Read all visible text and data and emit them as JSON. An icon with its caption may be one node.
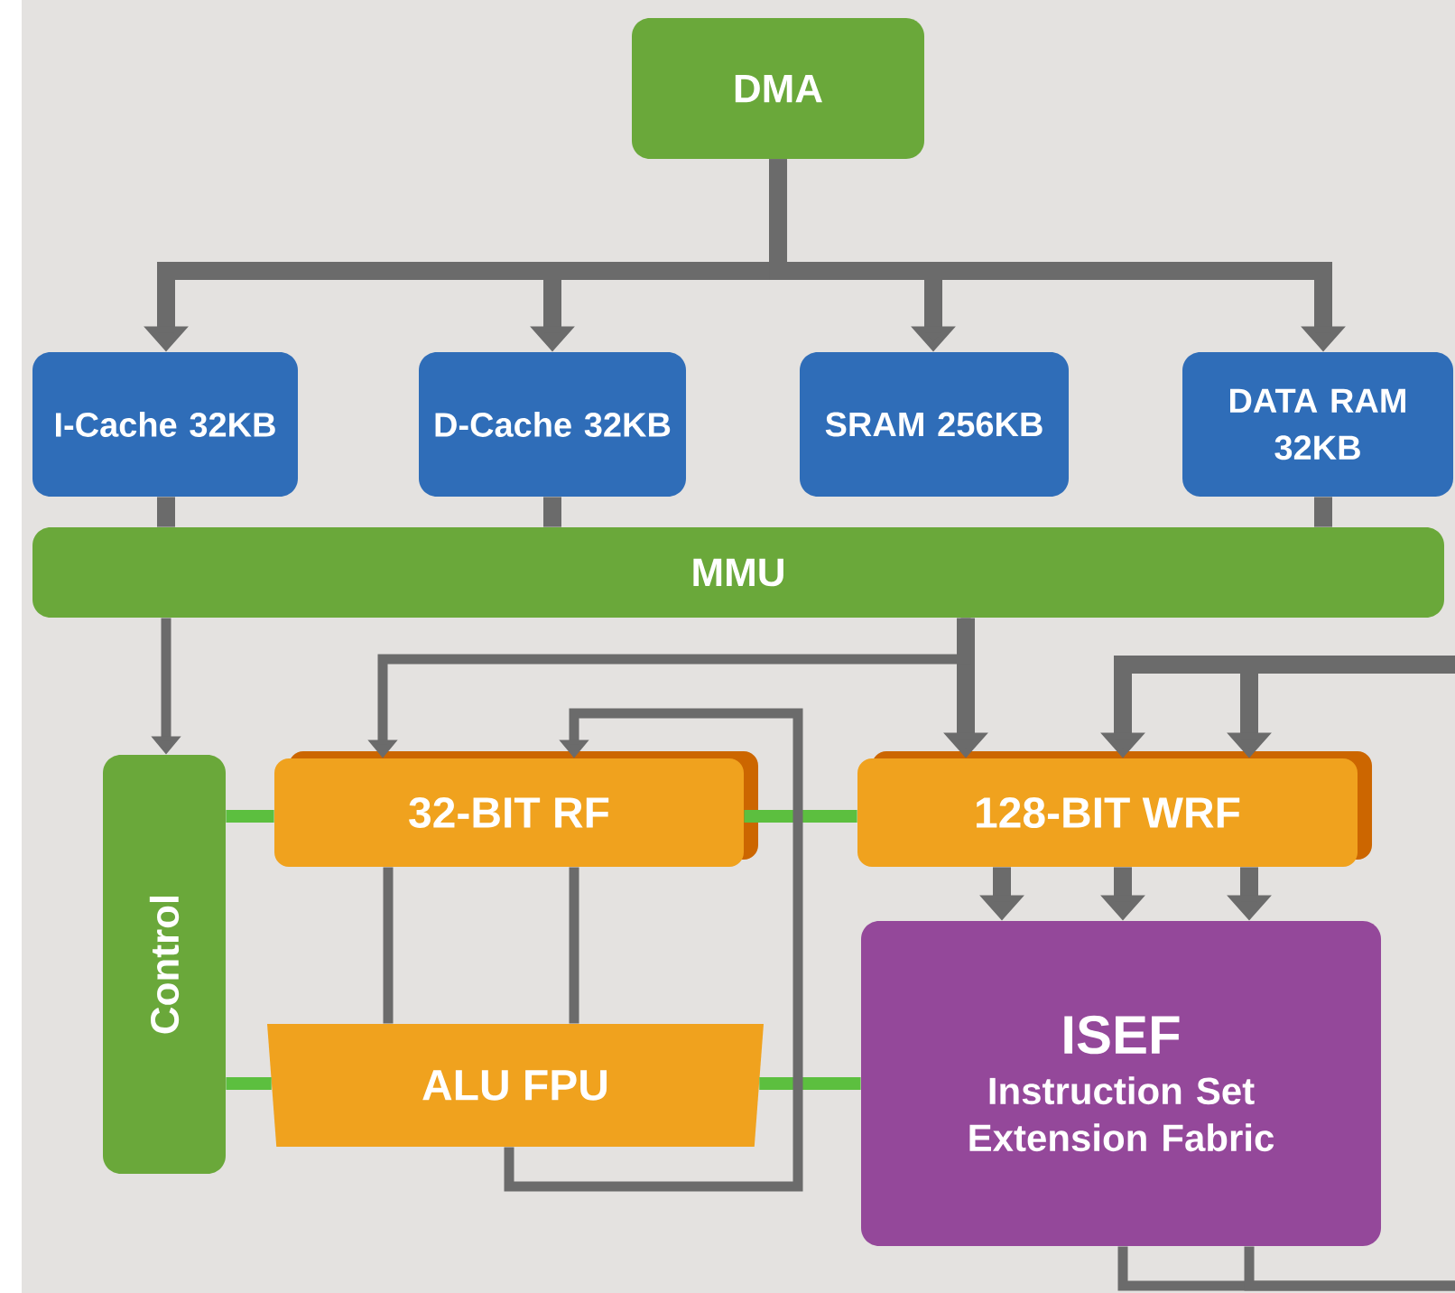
{
  "diagram": {
    "nodes": [
      {
        "text": [
          "DMA"
        ]
      },
      {
        "text": [
          "I-Cache 32KB"
        ]
      },
      {
        "text": [
          "D-Cache 32KB"
        ]
      },
      {
        "text": [
          "SRAM 256KB"
        ]
      },
      {
        "text": [
          "DATA RAM 32KB"
        ]
      },
      {
        "text": [
          "MMU"
        ]
      },
      {
        "text": [
          "Control"
        ]
      },
      {
        "text": [
          "32-BIT RF"
        ]
      },
      {
        "text": [
          "128-BIT WRF"
        ]
      },
      {
        "text": [
          "ALU FPU"
        ]
      },
      {
        "text": [
          "ISEF",
          "Instruction Set Extension Fabric"
        ]
      }
    ],
    "edges": [
      {
        "from": 0,
        "to": 1,
        "arrow": "to"
      },
      {
        "from": 0,
        "to": 2,
        "arrow": "to"
      },
      {
        "from": 0,
        "to": 3,
        "arrow": "to"
      },
      {
        "from": 0,
        "to": 4,
        "arrow": "to"
      },
      {
        "from": 1,
        "to": 5,
        "arrow": "none"
      },
      {
        "from": 2,
        "to": 5,
        "arrow": "none"
      },
      {
        "from": 4,
        "to": 5,
        "arrow": "none"
      },
      {
        "from": 5,
        "to": 6,
        "arrow": "to"
      },
      {
        "from": 5,
        "to": 8,
        "arrow": "to"
      },
      {
        "from": 5,
        "to": 7,
        "arrow": "to"
      },
      {
        "from": null,
        "to": 8,
        "arrow": "to"
      },
      {
        "from": null,
        "to": 8,
        "arrow": "to"
      },
      {
        "from": 8,
        "to": 10,
        "arrow": "to"
      },
      {
        "from": 8,
        "to": 10,
        "arrow": "to"
      },
      {
        "from": 8,
        "to": 10,
        "arrow": "to"
      },
      {
        "from": 6,
        "to": 7,
        "arrow": "none",
        "color": "#5cbf3f"
      },
      {
        "from": 7,
        "to": 8,
        "arrow": "none",
        "color": "#5cbf3f"
      },
      {
        "from": 6,
        "to": 9,
        "arrow": "none",
        "color": "#5cbf3f"
      },
      {
        "from": 9,
        "to": 10,
        "arrow": "none",
        "color": "#5cbf3f"
      },
      {
        "from": 7,
        "to": 9,
        "arrow": "none"
      },
      {
        "from": 7,
        "to": 9,
        "arrow": "none"
      },
      {
        "from": 9,
        "to": 7,
        "arrow": "to"
      },
      {
        "from": 10,
        "to": null,
        "arrow": "none"
      },
      {
        "from": 10,
        "to": null,
        "arrow": "none"
      }
    ]
  }
}
